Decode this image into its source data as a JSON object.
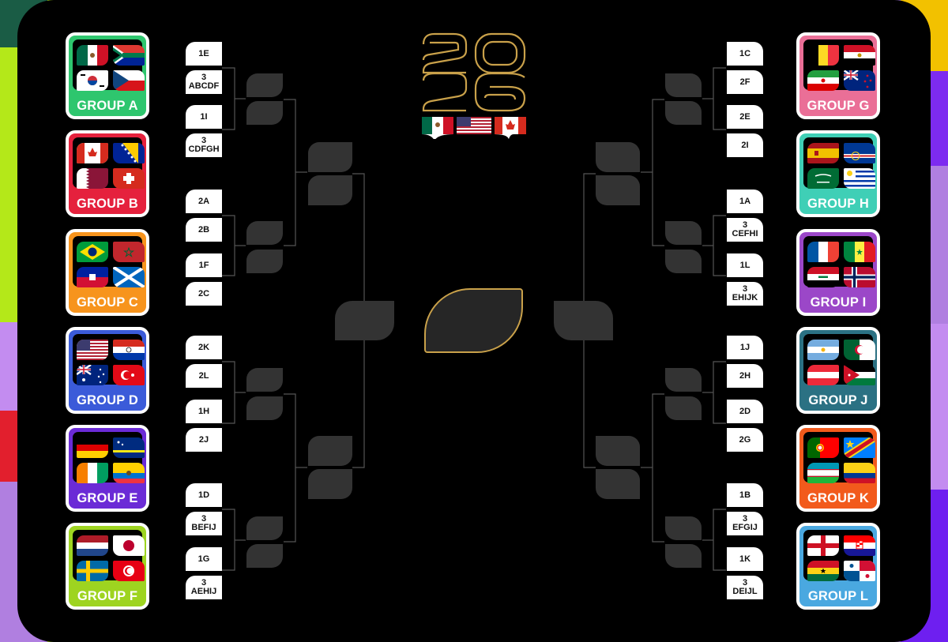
{
  "colors": {
    "board": "#000000",
    "slot_box": "#333333",
    "bracket_line": "#555555",
    "gold": "#c9a14a"
  },
  "logo": {
    "year_top": "20",
    "year_bottom": "26",
    "host_flags": [
      "mexico",
      "usa",
      "canada"
    ]
  },
  "left_groups": [
    {
      "label": "GROUP A",
      "color": "#2ec66e",
      "flags": [
        "mexico",
        "south-africa",
        "south-korea",
        "czechia"
      ]
    },
    {
      "label": "GROUP B",
      "color": "#e5213d",
      "flags": [
        "canada",
        "bosnia",
        "qatar",
        "switzerland"
      ]
    },
    {
      "label": "GROUP C",
      "color": "#f7941d",
      "flags": [
        "brazil",
        "morocco",
        "haiti",
        "scotland"
      ]
    },
    {
      "label": "GROUP D",
      "color": "#3b5bd9",
      "flags": [
        "usa",
        "paraguay",
        "australia",
        "turkey"
      ]
    },
    {
      "label": "GROUP E",
      "color": "#6b2bd6",
      "flags": [
        "germany",
        "curacao",
        "ivory-coast",
        "ecuador"
      ]
    },
    {
      "label": "GROUP F",
      "color": "#9ed420",
      "flags": [
        "netherlands",
        "japan",
        "sweden",
        "tunisia"
      ]
    }
  ],
  "right_groups": [
    {
      "label": "GROUP G",
      "color": "#ea6f97",
      "flags": [
        "belgium",
        "egypt",
        "iran",
        "new-zealand"
      ]
    },
    {
      "label": "GROUP H",
      "color": "#3fcfb6",
      "flags": [
        "spain",
        "cape-verde",
        "saudi-arabia",
        "uruguay"
      ]
    },
    {
      "label": "GROUP I",
      "color": "#9b47c8",
      "flags": [
        "france",
        "senegal",
        "iraq",
        "norway"
      ]
    },
    {
      "label": "GROUP J",
      "color": "#2b7183",
      "flags": [
        "argentina",
        "algeria",
        "austria",
        "jordan"
      ]
    },
    {
      "label": "GROUP K",
      "color": "#f25a1c",
      "flags": [
        "portugal",
        "dr-congo",
        "uzbekistan",
        "colombia"
      ]
    },
    {
      "label": "GROUP L",
      "color": "#4aa8e0",
      "flags": [
        "england",
        "croatia",
        "ghana",
        "panama"
      ]
    }
  ],
  "left_slots": [
    {
      "lines": [
        "1E"
      ]
    },
    {
      "lines": [
        "3",
        "ABCDF"
      ]
    },
    {
      "lines": [
        "1I"
      ]
    },
    {
      "lines": [
        "3",
        "CDFGH"
      ]
    },
    {
      "lines": [
        "2A"
      ]
    },
    {
      "lines": [
        "2B"
      ]
    },
    {
      "lines": [
        "1F"
      ]
    },
    {
      "lines": [
        "2C"
      ]
    },
    {
      "lines": [
        "2K"
      ]
    },
    {
      "lines": [
        "2L"
      ]
    },
    {
      "lines": [
        "1H"
      ]
    },
    {
      "lines": [
        "2J"
      ]
    },
    {
      "lines": [
        "1D"
      ]
    },
    {
      "lines": [
        "3",
        "BEFIJ"
      ]
    },
    {
      "lines": [
        "1G"
      ]
    },
    {
      "lines": [
        "3",
        "AEHIJ"
      ]
    }
  ],
  "right_slots": [
    {
      "lines": [
        "1C"
      ]
    },
    {
      "lines": [
        "2F"
      ]
    },
    {
      "lines": [
        "2E"
      ]
    },
    {
      "lines": [
        "2I"
      ]
    },
    {
      "lines": [
        "1A"
      ]
    },
    {
      "lines": [
        "3",
        "CEFHI"
      ]
    },
    {
      "lines": [
        "1L"
      ]
    },
    {
      "lines": [
        "3",
        "EHIJK"
      ]
    },
    {
      "lines": [
        "1J"
      ]
    },
    {
      "lines": [
        "2H"
      ]
    },
    {
      "lines": [
        "2D"
      ]
    },
    {
      "lines": [
        "2G"
      ]
    },
    {
      "lines": [
        "1B"
      ]
    },
    {
      "lines": [
        "3",
        "EFGIJ"
      ]
    },
    {
      "lines": [
        "1K"
      ]
    },
    {
      "lines": [
        "3",
        "DEIJL"
      ]
    }
  ]
}
